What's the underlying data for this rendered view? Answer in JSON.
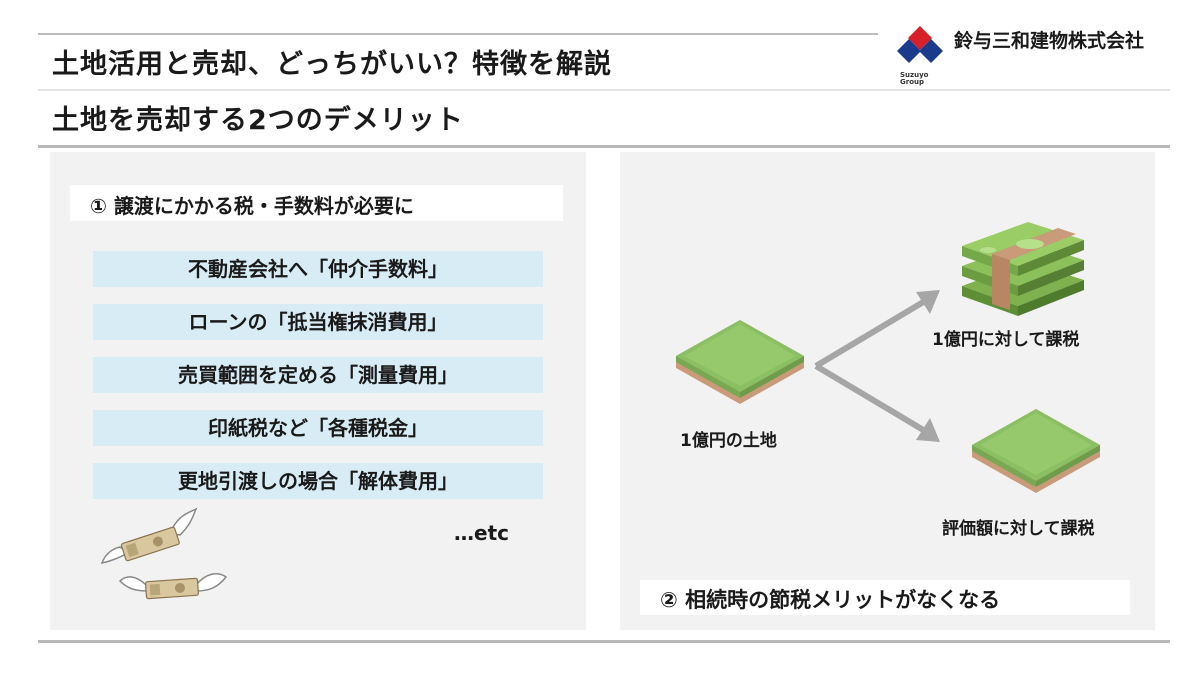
{
  "header": {
    "title": "土地活用と売却、どっちがいい？特徴を解説",
    "subtitle": "土地を売却する2つのデメリット",
    "company": "鈴与三和建物株式会社",
    "logo_text_line1": "Suzuyo",
    "logo_text_line2": "Group"
  },
  "left": {
    "heading": "① 譲渡にかかる税・手数料が必要に",
    "fees": [
      "不動産会社へ「仲介手数料」",
      "ローンの「抵当権抹消費用」",
      "売買範囲を定める「測量費用」",
      "印紙税など「各種税金」",
      "更地引渡しの場合「解体費用」"
    ],
    "etc": "…etc"
  },
  "right": {
    "land_label": "1億円の土地",
    "taxed_full": "1億円に対して課税",
    "taxed_assessed": "評価額に対して課税",
    "heading": "② 相続時の節税メリットがなくなる"
  },
  "colors": {
    "fee_bg": "#d8ecf5",
    "panel_bg": "#f2f2f2",
    "land_green": "#8bbf63",
    "arrow_gray": "#a6a6a6",
    "logo_blue": "#1a3a8c",
    "logo_red": "#d6202a"
  },
  "icons": [
    "suzuyo-logo-icon",
    "flying-money-icon",
    "land-block-icon",
    "arrow-icon",
    "money-stack-icon"
  ]
}
